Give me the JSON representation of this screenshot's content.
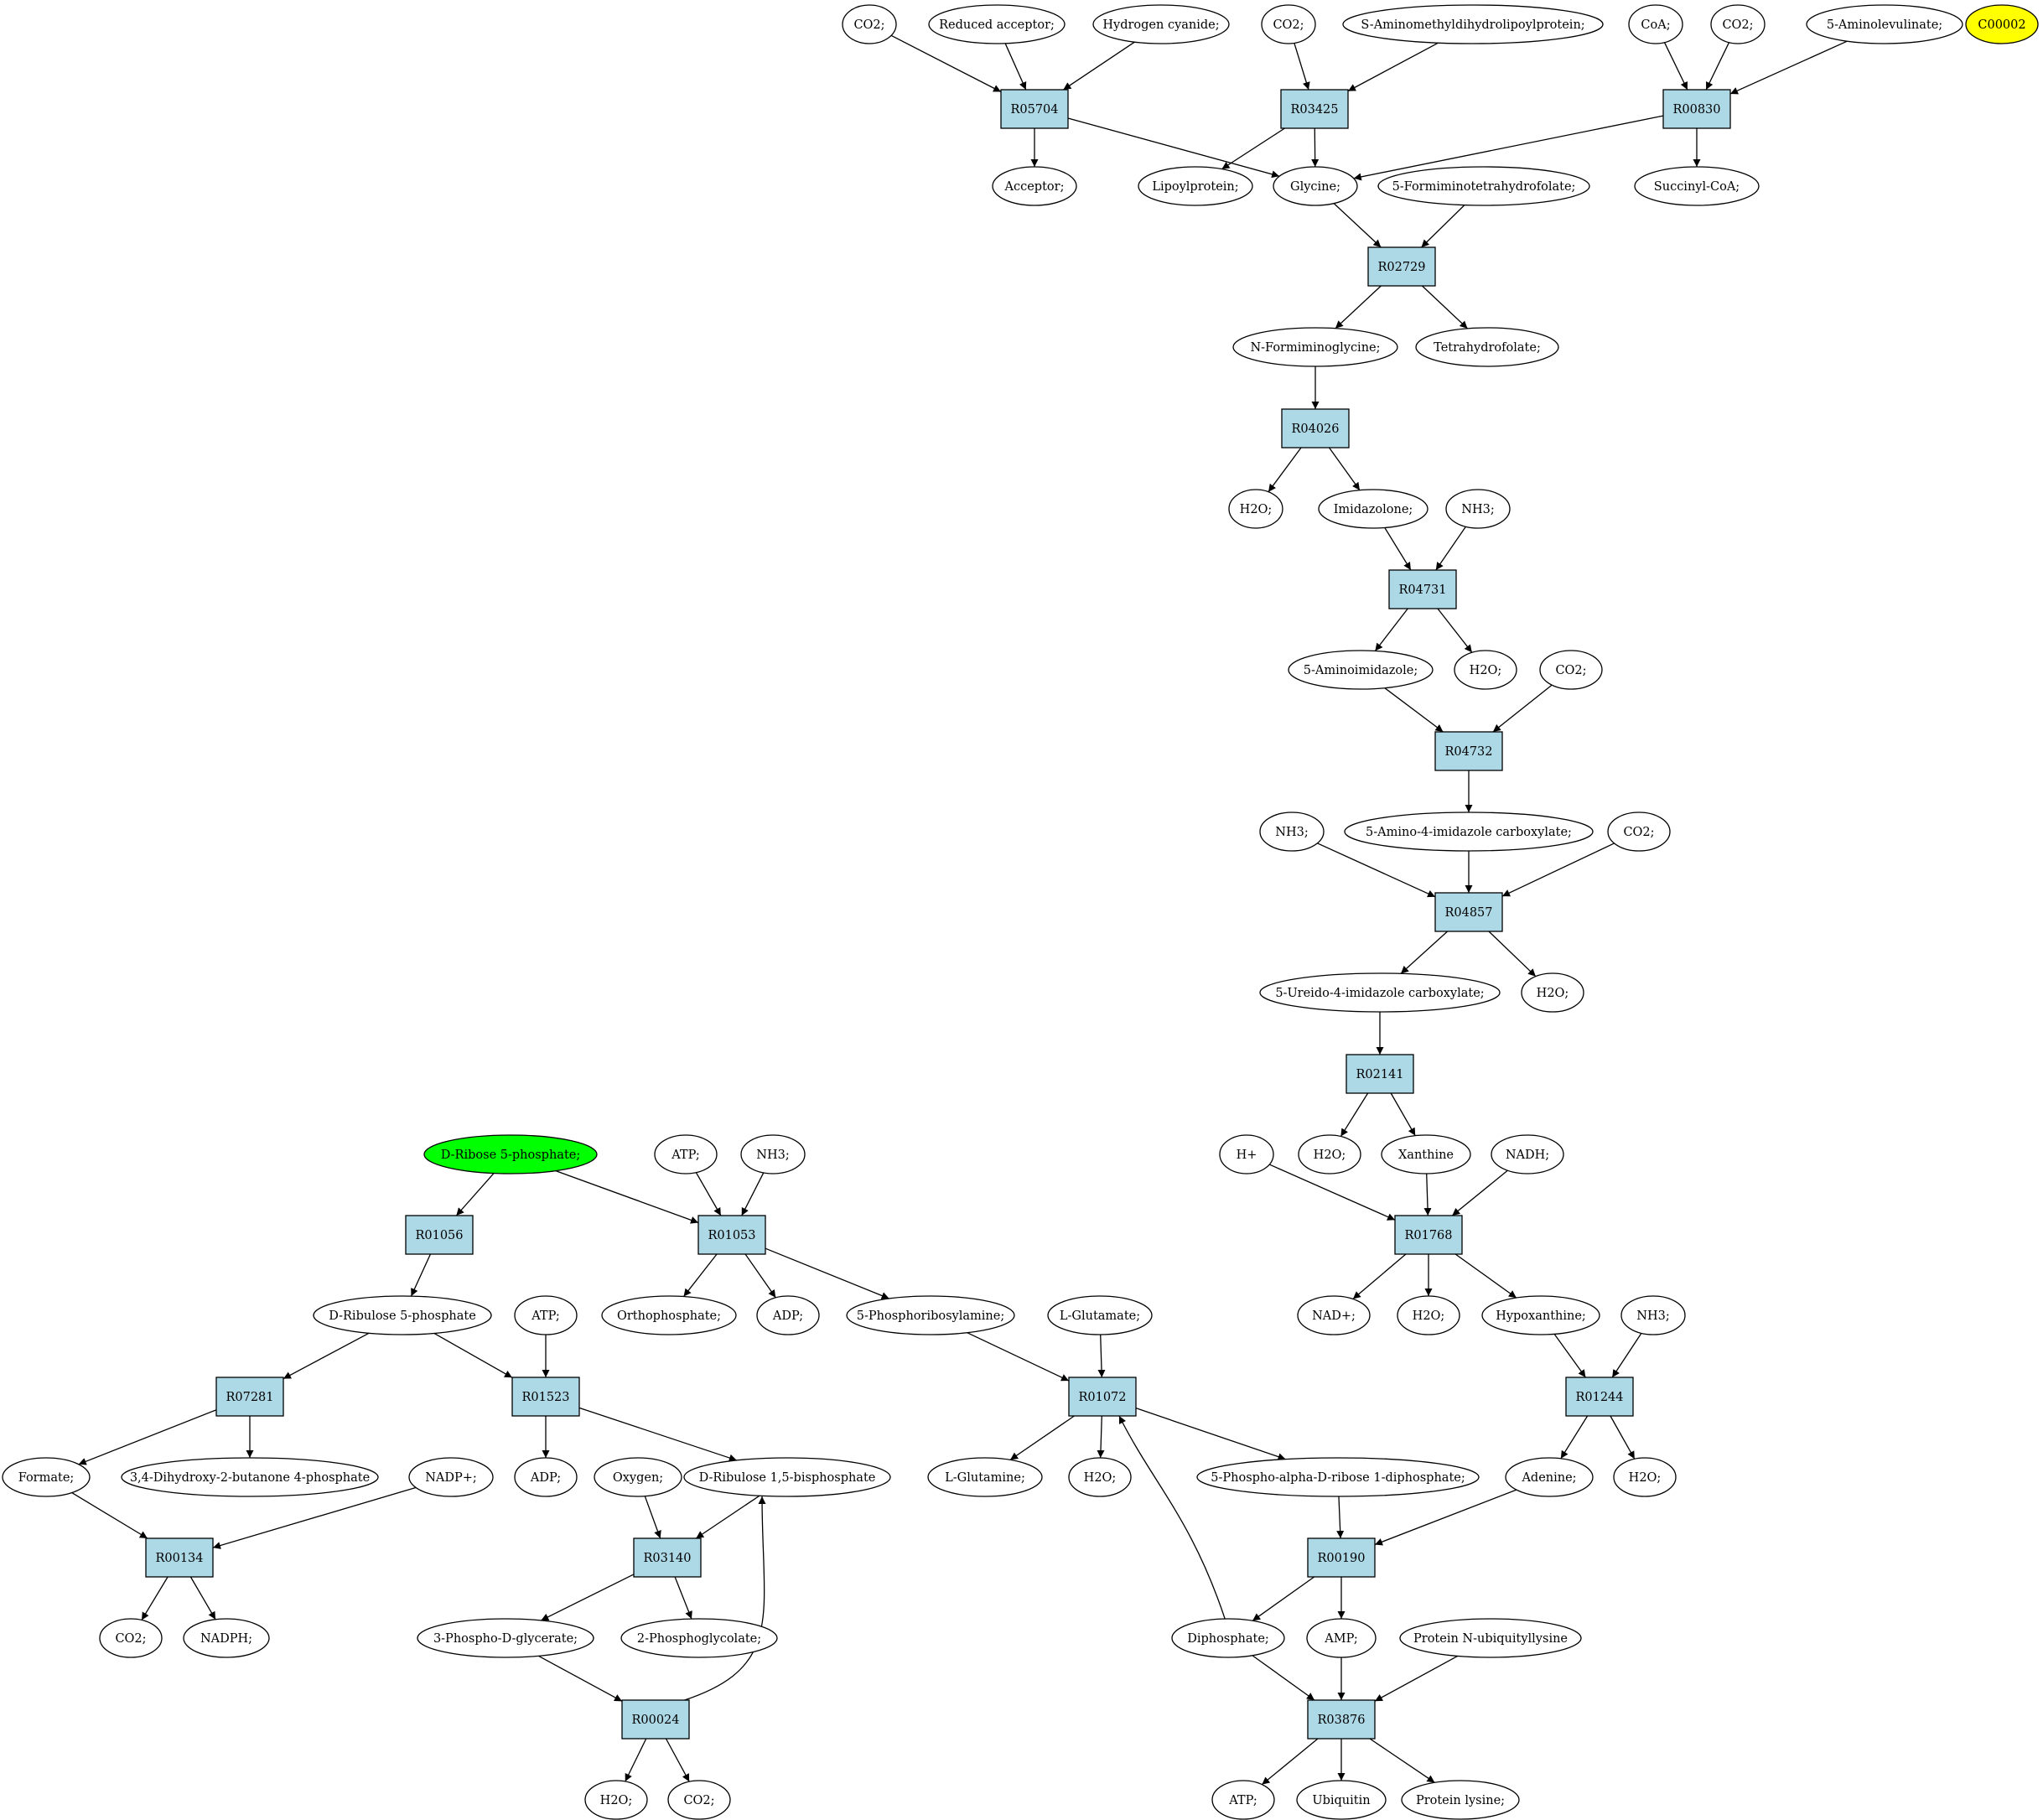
{
  "diagram": {
    "type": "reaction network",
    "colors": {
      "reaction": "#add8e6",
      "compound": "#ffffff",
      "source": "#00ff00",
      "target": "#ffff00"
    },
    "nodes": [
      {
        "id": "c_co2_1",
        "label": "CO2;",
        "kind": "compound"
      },
      {
        "id": "c_redacc",
        "label": "Reduced acceptor;",
        "kind": "compound"
      },
      {
        "id": "c_hcn",
        "label": "Hydrogen cyanide;",
        "kind": "compound"
      },
      {
        "id": "c_co2_2",
        "label": "CO2;",
        "kind": "compound"
      },
      {
        "id": "c_samdlp",
        "label": "S-Aminomethyldihydrolipoylprotein;",
        "kind": "compound"
      },
      {
        "id": "c_coa",
        "label": "CoA;",
        "kind": "compound"
      },
      {
        "id": "c_co2_3",
        "label": "CO2;",
        "kind": "compound"
      },
      {
        "id": "c_5ala",
        "label": "5-Aminolevulinate;",
        "kind": "compound"
      },
      {
        "id": "c_c00002",
        "label": "C00002",
        "kind": "target"
      },
      {
        "id": "r_R05704",
        "label": "R05704",
        "kind": "reaction"
      },
      {
        "id": "r_R03425",
        "label": "R03425",
        "kind": "reaction"
      },
      {
        "id": "r_R00830",
        "label": "R00830",
        "kind": "reaction"
      },
      {
        "id": "c_acceptor",
        "label": "Acceptor;",
        "kind": "compound"
      },
      {
        "id": "c_lipoyl",
        "label": "Lipoylprotein;",
        "kind": "compound"
      },
      {
        "id": "c_glycine",
        "label": "Glycine;",
        "kind": "compound"
      },
      {
        "id": "c_5fthf",
        "label": "5-Formiminotetrahydrofolate;",
        "kind": "compound"
      },
      {
        "id": "c_succoa",
        "label": "Succinyl-CoA;",
        "kind": "compound"
      },
      {
        "id": "r_R02729",
        "label": "R02729",
        "kind": "reaction"
      },
      {
        "id": "c_nfgly",
        "label": "N-Formiminoglycine;",
        "kind": "compound"
      },
      {
        "id": "c_thf",
        "label": "Tetrahydrofolate;",
        "kind": "compound"
      },
      {
        "id": "r_R04026",
        "label": "R04026",
        "kind": "reaction"
      },
      {
        "id": "c_h2o_1",
        "label": "H2O;",
        "kind": "compound"
      },
      {
        "id": "c_imid",
        "label": "Imidazolone;",
        "kind": "compound"
      },
      {
        "id": "c_nh3_1",
        "label": "NH3;",
        "kind": "compound"
      },
      {
        "id": "r_R04731",
        "label": "R04731",
        "kind": "reaction"
      },
      {
        "id": "c_5aimid",
        "label": "5-Aminoimidazole;",
        "kind": "compound"
      },
      {
        "id": "c_h2o_2",
        "label": "H2O;",
        "kind": "compound"
      },
      {
        "id": "c_co2_4",
        "label": "CO2;",
        "kind": "compound"
      },
      {
        "id": "r_R04732",
        "label": "R04732",
        "kind": "reaction"
      },
      {
        "id": "c_nh3_2",
        "label": "NH3;",
        "kind": "compound"
      },
      {
        "id": "c_5a4ic",
        "label": "5-Amino-4-imidazole carboxylate;",
        "kind": "compound"
      },
      {
        "id": "c_co2_5",
        "label": "CO2;",
        "kind": "compound"
      },
      {
        "id": "r_R04857",
        "label": "R04857",
        "kind": "reaction"
      },
      {
        "id": "c_5u4ic",
        "label": "5-Ureido-4-imidazole carboxylate;",
        "kind": "compound"
      },
      {
        "id": "c_h2o_3",
        "label": "H2O;",
        "kind": "compound"
      },
      {
        "id": "r_R02141",
        "label": "R02141",
        "kind": "reaction"
      },
      {
        "id": "c_hplus",
        "label": "H+",
        "kind": "compound"
      },
      {
        "id": "c_h2o_4",
        "label": "H2O;",
        "kind": "compound"
      },
      {
        "id": "c_xanthine",
        "label": "Xanthine",
        "kind": "compound"
      },
      {
        "id": "c_nadh",
        "label": "NADH;",
        "kind": "compound"
      },
      {
        "id": "r_R01768",
        "label": "R01768",
        "kind": "reaction"
      },
      {
        "id": "c_nadplus",
        "label": "NAD+;",
        "kind": "compound"
      },
      {
        "id": "c_h2o_5",
        "label": "H2O;",
        "kind": "compound"
      },
      {
        "id": "c_hypox",
        "label": "Hypoxanthine;",
        "kind": "compound"
      },
      {
        "id": "c_nh3_3",
        "label": "NH3;",
        "kind": "compound"
      },
      {
        "id": "r_R01244",
        "label": "R01244",
        "kind": "reaction"
      },
      {
        "id": "c_adenine",
        "label": "Adenine;",
        "kind": "compound"
      },
      {
        "id": "c_h2o_6",
        "label": "H2O;",
        "kind": "compound"
      },
      {
        "id": "c_dr5p",
        "label": "D-Ribose 5-phosphate;",
        "kind": "source"
      },
      {
        "id": "c_atp_1",
        "label": "ATP;",
        "kind": "compound"
      },
      {
        "id": "c_nh3_4",
        "label": "NH3;",
        "kind": "compound"
      },
      {
        "id": "r_R01056",
        "label": "R01056",
        "kind": "reaction"
      },
      {
        "id": "r_R01053",
        "label": "R01053",
        "kind": "reaction"
      },
      {
        "id": "c_dru5p",
        "label": "D-Ribulose 5-phosphate",
        "kind": "compound"
      },
      {
        "id": "c_atp_2",
        "label": "ATP;",
        "kind": "compound"
      },
      {
        "id": "c_ortho",
        "label": "Orthophosphate;",
        "kind": "compound"
      },
      {
        "id": "c_adp_1",
        "label": "ADP;",
        "kind": "compound"
      },
      {
        "id": "c_5pra",
        "label": "5-Phosphoribosylamine;",
        "kind": "compound"
      },
      {
        "id": "c_lglu",
        "label": "L-Glutamate;",
        "kind": "compound"
      },
      {
        "id": "r_R07281",
        "label": "R07281",
        "kind": "reaction"
      },
      {
        "id": "r_R01523",
        "label": "R01523",
        "kind": "reaction"
      },
      {
        "id": "r_R01072",
        "label": "R01072",
        "kind": "reaction"
      },
      {
        "id": "c_formate",
        "label": "Formate;",
        "kind": "compound"
      },
      {
        "id": "c_34dhb",
        "label": "3,4-Dihydroxy-2-butanone 4-phosphate",
        "kind": "compound"
      },
      {
        "id": "c_nadpplus",
        "label": "NADP+;",
        "kind": "compound"
      },
      {
        "id": "c_adp_2",
        "label": "ADP;",
        "kind": "compound"
      },
      {
        "id": "c_oxygen",
        "label": "Oxygen;",
        "kind": "compound"
      },
      {
        "id": "c_drubp",
        "label": "D-Ribulose 1,5-bisphosphate",
        "kind": "compound"
      },
      {
        "id": "c_lgln",
        "label": "L-Glutamine;",
        "kind": "compound"
      },
      {
        "id": "c_h2o_7",
        "label": "H2O;",
        "kind": "compound"
      },
      {
        "id": "c_prpp",
        "label": "5-Phospho-alpha-D-ribose 1-diphosphate;",
        "kind": "compound"
      },
      {
        "id": "r_R00134",
        "label": "R00134",
        "kind": "reaction"
      },
      {
        "id": "r_R03140",
        "label": "R03140",
        "kind": "reaction"
      },
      {
        "id": "r_R00190",
        "label": "R00190",
        "kind": "reaction"
      },
      {
        "id": "c_co2_6",
        "label": "CO2;",
        "kind": "compound"
      },
      {
        "id": "c_nadph",
        "label": "NADPH;",
        "kind": "compound"
      },
      {
        "id": "c_3pg",
        "label": "3-Phospho-D-glycerate;",
        "kind": "compound"
      },
      {
        "id": "c_2pg",
        "label": "2-Phosphoglycolate;",
        "kind": "compound"
      },
      {
        "id": "c_dipho",
        "label": "Diphosphate;",
        "kind": "compound"
      },
      {
        "id": "c_amp",
        "label": "AMP;",
        "kind": "compound"
      },
      {
        "id": "c_pnul",
        "label": "Protein N-ubiquityllysine",
        "kind": "compound"
      },
      {
        "id": "r_R00024",
        "label": "R00024",
        "kind": "reaction"
      },
      {
        "id": "r_R03876",
        "label": "R03876",
        "kind": "reaction"
      },
      {
        "id": "c_h2o_8",
        "label": "H2O;",
        "kind": "compound"
      },
      {
        "id": "c_co2_7",
        "label": "CO2;",
        "kind": "compound"
      },
      {
        "id": "c_atp_3",
        "label": "ATP;",
        "kind": "compound"
      },
      {
        "id": "c_ubiq",
        "label": "Ubiquitin",
        "kind": "compound"
      },
      {
        "id": "c_plys",
        "label": "Protein lysine;",
        "kind": "compound"
      }
    ],
    "edges": [
      [
        "c_co2_1",
        "r_R05704"
      ],
      [
        "c_redacc",
        "r_R05704"
      ],
      [
        "c_hcn",
        "r_R05704"
      ],
      [
        "r_R05704",
        "c_acceptor"
      ],
      [
        "r_R05704",
        "c_glycine"
      ],
      [
        "c_co2_2",
        "r_R03425"
      ],
      [
        "c_samdlp",
        "r_R03425"
      ],
      [
        "r_R03425",
        "c_lipoyl"
      ],
      [
        "r_R03425",
        "c_glycine"
      ],
      [
        "c_coa",
        "r_R00830"
      ],
      [
        "c_co2_3",
        "r_R00830"
      ],
      [
        "c_5ala",
        "r_R00830"
      ],
      [
        "r_R00830",
        "c_glycine"
      ],
      [
        "r_R00830",
        "c_succoa"
      ],
      [
        "c_glycine",
        "r_R02729"
      ],
      [
        "c_5fthf",
        "r_R02729"
      ],
      [
        "r_R02729",
        "c_nfgly"
      ],
      [
        "r_R02729",
        "c_thf"
      ],
      [
        "c_nfgly",
        "r_R04026"
      ],
      [
        "r_R04026",
        "c_h2o_1"
      ],
      [
        "r_R04026",
        "c_imid"
      ],
      [
        "c_imid",
        "r_R04731"
      ],
      [
        "c_nh3_1",
        "r_R04731"
      ],
      [
        "r_R04731",
        "c_5aimid"
      ],
      [
        "r_R04731",
        "c_h2o_2"
      ],
      [
        "c_5aimid",
        "r_R04732"
      ],
      [
        "c_co2_4",
        "r_R04732"
      ],
      [
        "r_R04732",
        "c_5a4ic"
      ],
      [
        "c_nh3_2",
        "r_R04857"
      ],
      [
        "c_5a4ic",
        "r_R04857"
      ],
      [
        "c_co2_5",
        "r_R04857"
      ],
      [
        "r_R04857",
        "c_5u4ic"
      ],
      [
        "r_R04857",
        "c_h2o_3"
      ],
      [
        "c_5u4ic",
        "r_R02141"
      ],
      [
        "r_R02141",
        "c_h2o_4"
      ],
      [
        "r_R02141",
        "c_xanthine"
      ],
      [
        "c_hplus",
        "r_R01768"
      ],
      [
        "c_xanthine",
        "r_R01768"
      ],
      [
        "c_nadh",
        "r_R01768"
      ],
      [
        "r_R01768",
        "c_nadplus"
      ],
      [
        "r_R01768",
        "c_h2o_5"
      ],
      [
        "r_R01768",
        "c_hypox"
      ],
      [
        "c_hypox",
        "r_R01244"
      ],
      [
        "c_nh3_3",
        "r_R01244"
      ],
      [
        "r_R01244",
        "c_adenine"
      ],
      [
        "r_R01244",
        "c_h2o_6"
      ],
      [
        "c_dr5p",
        "r_R01056"
      ],
      [
        "c_dr5p",
        "r_R01053"
      ],
      [
        "c_atp_1",
        "r_R01053"
      ],
      [
        "c_nh3_4",
        "r_R01053"
      ],
      [
        "r_R01056",
        "c_dru5p"
      ],
      [
        "r_R01053",
        "c_ortho"
      ],
      [
        "r_R01053",
        "c_adp_1"
      ],
      [
        "r_R01053",
        "c_5pra"
      ],
      [
        "c_dru5p",
        "r_R07281"
      ],
      [
        "c_dru5p",
        "r_R01523"
      ],
      [
        "c_atp_2",
        "r_R01523"
      ],
      [
        "r_R07281",
        "c_formate"
      ],
      [
        "r_R07281",
        "c_34dhb"
      ],
      [
        "r_R01523",
        "c_adp_2"
      ],
      [
        "r_R01523",
        "c_drubp"
      ],
      [
        "c_5pra",
        "r_R01072"
      ],
      [
        "c_lglu",
        "r_R01072"
      ],
      [
        "r_R01072",
        "c_lgln"
      ],
      [
        "r_R01072",
        "c_h2o_7"
      ],
      [
        "r_R01072",
        "c_prpp"
      ],
      [
        "c_formate",
        "r_R00134"
      ],
      [
        "c_nadpplus",
        "r_R00134"
      ],
      [
        "r_R00134",
        "c_co2_6"
      ],
      [
        "r_R00134",
        "c_nadph"
      ],
      [
        "c_oxygen",
        "r_R03140"
      ],
      [
        "c_drubp",
        "r_R03140"
      ],
      [
        "r_R03140",
        "c_3pg"
      ],
      [
        "r_R03140",
        "c_2pg"
      ],
      [
        "c_prpp",
        "r_R00190"
      ],
      [
        "c_adenine",
        "r_R00190"
      ],
      [
        "r_R00190",
        "c_dipho"
      ],
      [
        "r_R00190",
        "c_amp"
      ],
      [
        "c_3pg",
        "r_R00024"
      ],
      [
        "r_R00024",
        "c_h2o_8"
      ],
      [
        "r_R00024",
        "c_co2_7"
      ],
      [
        "r_R00024",
        "c_drubp"
      ],
      [
        "c_dipho",
        "r_R01072"
      ],
      [
        "c_dipho",
        "r_R03876"
      ],
      [
        "c_amp",
        "r_R03876"
      ],
      [
        "c_pnul",
        "r_R03876"
      ],
      [
        "r_R03876",
        "c_atp_3"
      ],
      [
        "r_R03876",
        "c_ubiq"
      ],
      [
        "r_R03876",
        "c_plys"
      ]
    ]
  }
}
